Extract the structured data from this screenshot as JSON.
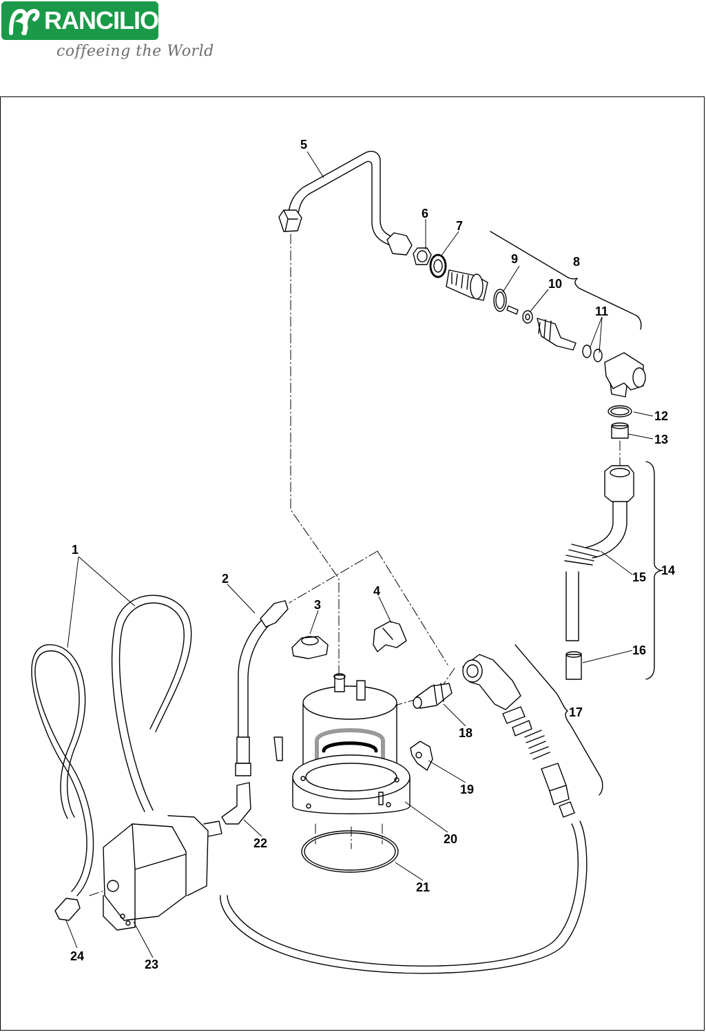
{
  "header": {
    "brand": "RANCILIO",
    "tagline": "coffeeing the World",
    "brand_color": "#1a9a48"
  },
  "diagram": {
    "callouts": [
      {
        "id": "1",
        "text": "1"
      },
      {
        "id": "2",
        "text": "2"
      },
      {
        "id": "3",
        "text": "3"
      },
      {
        "id": "4",
        "text": "4"
      },
      {
        "id": "5",
        "text": "5"
      },
      {
        "id": "6",
        "text": "6"
      },
      {
        "id": "7",
        "text": "7"
      },
      {
        "id": "8",
        "text": "8"
      },
      {
        "id": "9",
        "text": "9"
      },
      {
        "id": "10",
        "text": "10"
      },
      {
        "id": "11",
        "text": "11"
      },
      {
        "id": "12",
        "text": "12"
      },
      {
        "id": "13",
        "text": "13"
      },
      {
        "id": "14",
        "text": "14"
      },
      {
        "id": "15",
        "text": "15"
      },
      {
        "id": "16",
        "text": "16"
      },
      {
        "id": "17",
        "text": "17"
      },
      {
        "id": "18",
        "text": "18"
      },
      {
        "id": "19",
        "text": "19"
      },
      {
        "id": "20",
        "text": "20"
      },
      {
        "id": "21",
        "text": "21"
      },
      {
        "id": "22",
        "text": "22"
      },
      {
        "id": "23",
        "text": "23"
      },
      {
        "id": "24",
        "text": "24"
      }
    ]
  }
}
